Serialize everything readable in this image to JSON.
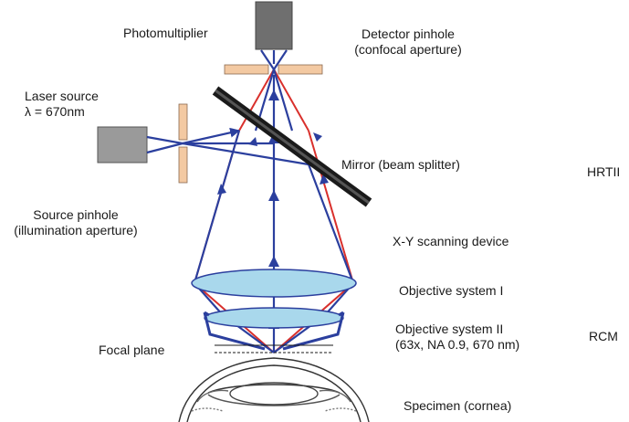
{
  "labels": {
    "photomultiplier": "Photomultiplier",
    "detector_pinhole_line1": "Detector pinhole",
    "detector_pinhole_line2": "(confocal aperture)",
    "laser_line1": "Laser source",
    "laser_line2": "λ = 670nm",
    "mirror": "Mirror (beam splitter)",
    "hrtii": "HRTII",
    "source_pinhole_line1": "Source pinhole",
    "source_pinhole_line2": "(illumination aperture)",
    "xy_scanning": "X-Y scanning device",
    "objective1": "Objective system I",
    "objective2_line1": "Objective system II",
    "objective2_line2": "(63x, NA 0.9, 670 nm)",
    "rcm": "RCM",
    "focal_plane": "Focal plane",
    "specimen": "Specimen (cornea)"
  },
  "colors": {
    "blue_ray": "#2b3f9e",
    "red_ray": "#d9302c",
    "pinhole": "#f3c9a2",
    "device_gray": "#8a8a8a",
    "lens_fill": "#a9d8ec",
    "mirror": "#222222"
  }
}
